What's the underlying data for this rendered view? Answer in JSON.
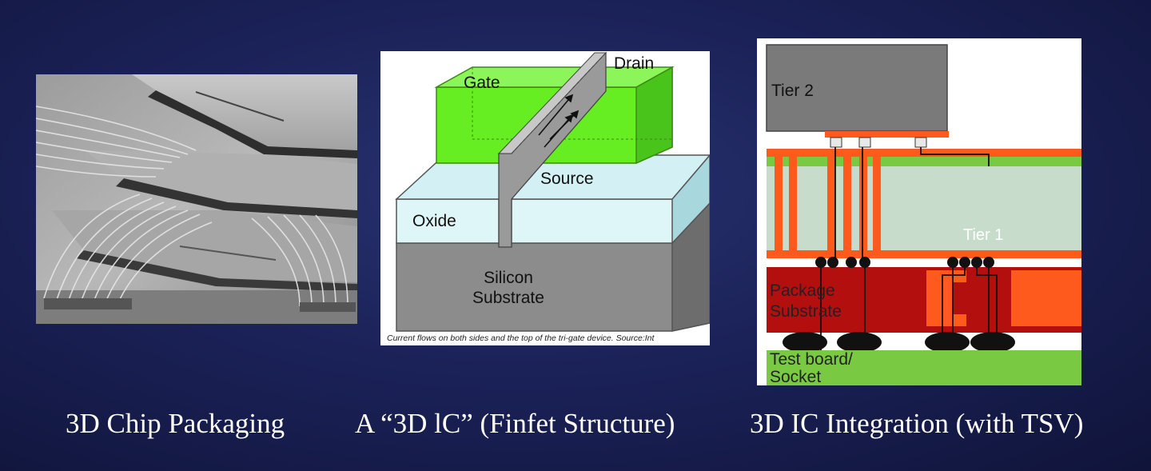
{
  "captions": {
    "chip_packaging": "3D Chip Packaging",
    "finfet": "A “3D lC” (Finfet Structure)",
    "tsv": "3D IC Integration (with TSV)"
  },
  "finfet_diagram": {
    "drain": "Drain",
    "gate": "Gate",
    "source": "Source",
    "oxide": "Oxide",
    "silicon_line1": "Silicon",
    "silicon_line2": "Substrate",
    "note": "Current flows on both sides and the top of the tri-gate device. Source:Int"
  },
  "tsv_diagram": {
    "tier2": "Tier 2",
    "tier1": "Tier 1",
    "package_line1": "Package",
    "package_line2": "Substrate",
    "board_line1": "Test board/",
    "board_line2": "Socket"
  },
  "colors": {
    "background": "#1b2258",
    "gate_green": "#66ee22",
    "oxide_cyan": "#dff6f8",
    "substrate_gray": "#8c8c8c",
    "tsv_orange": "#ff5a1e",
    "package_red": "#b30f0f",
    "board_green": "#7ac943",
    "tier1_fill": "#c8dccc",
    "tier2_fill": "#7a7a7a"
  }
}
